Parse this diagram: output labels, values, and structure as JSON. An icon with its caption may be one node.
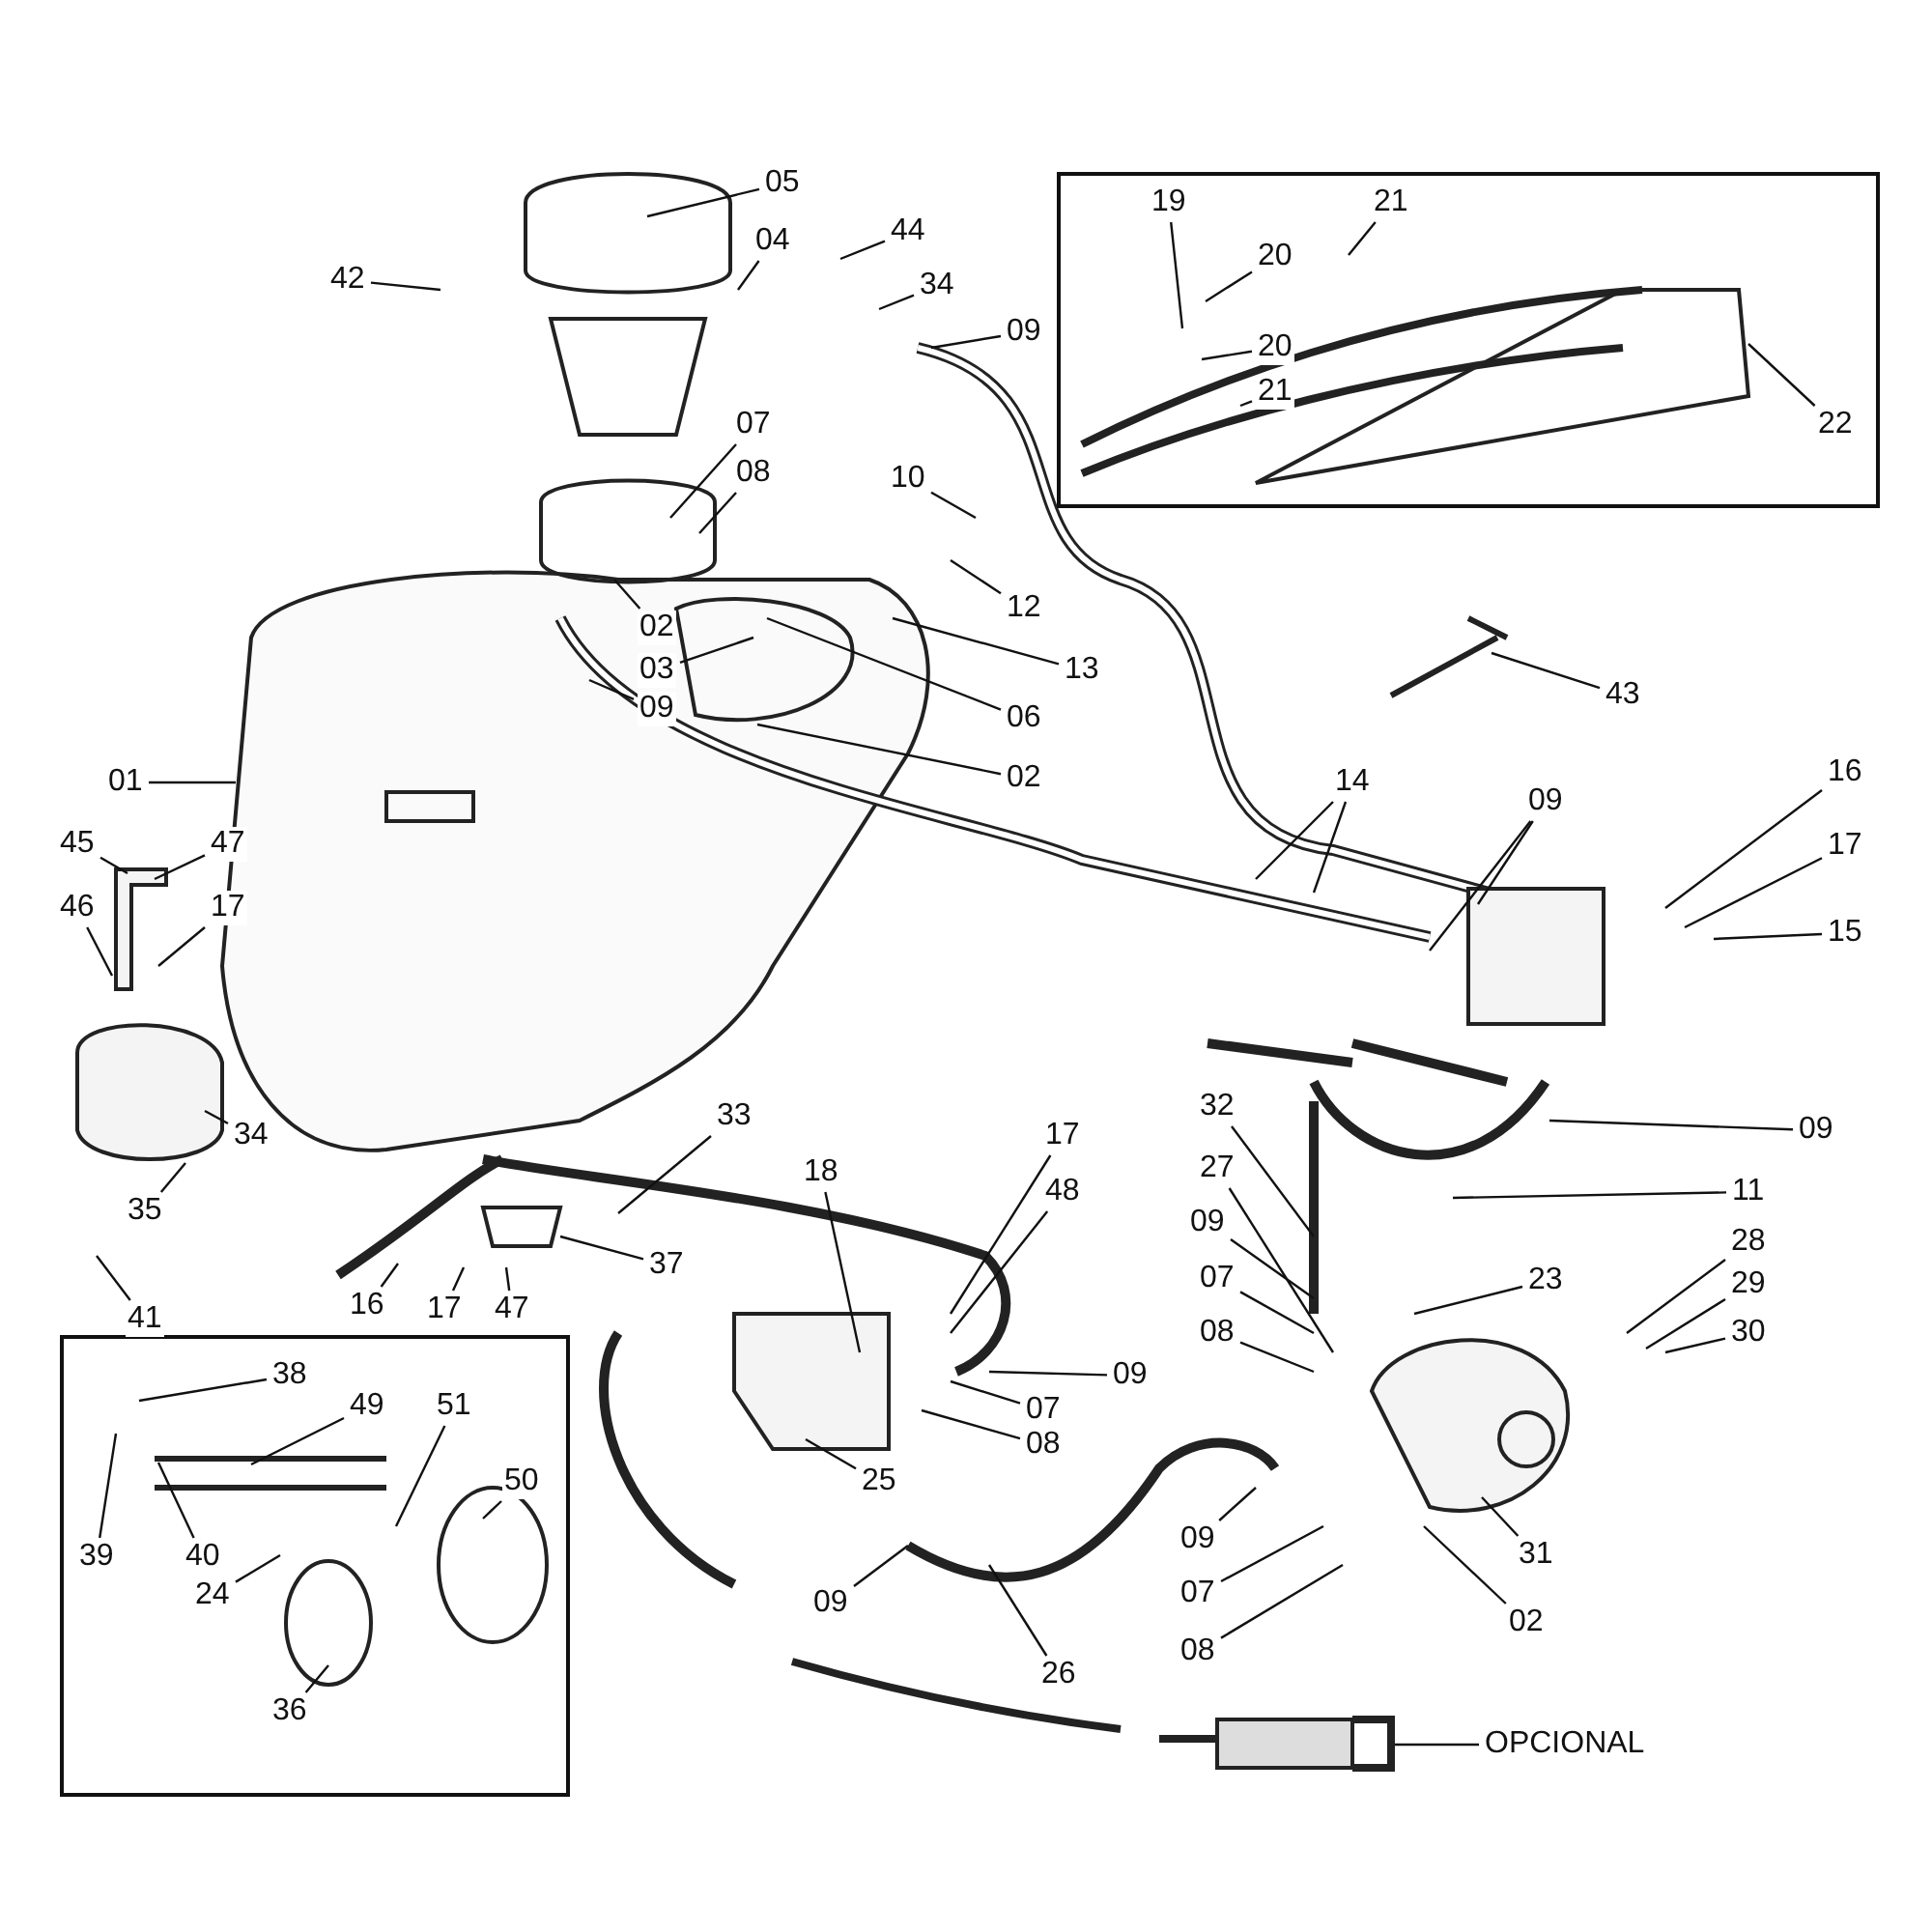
{
  "diagram": {
    "nodes": [
      {
        "text": [
          "05"
        ]
      },
      {
        "text": [
          "42"
        ]
      },
      {
        "text": [
          "04"
        ]
      },
      {
        "text": [
          "44"
        ]
      },
      {
        "text": [
          "34"
        ]
      },
      {
        "text": [
          "09"
        ]
      },
      {
        "text": [
          "19"
        ]
      },
      {
        "text": [
          "21"
        ]
      },
      {
        "text": [
          "20"
        ]
      },
      {
        "text": [
          "20"
        ]
      },
      {
        "text": [
          "21"
        ]
      },
      {
        "text": [
          "22"
        ]
      },
      {
        "text": [
          "07"
        ]
      },
      {
        "text": [
          "08"
        ]
      },
      {
        "text": [
          "10"
        ]
      },
      {
        "text": [
          "12"
        ]
      },
      {
        "text": [
          "02"
        ]
      },
      {
        "text": [
          "03"
        ]
      },
      {
        "text": [
          "09"
        ]
      },
      {
        "text": [
          "13"
        ]
      },
      {
        "text": [
          "06"
        ]
      },
      {
        "text": [
          "02"
        ]
      },
      {
        "text": [
          "43"
        ]
      },
      {
        "text": [
          "01"
        ]
      },
      {
        "text": [
          "14"
        ]
      },
      {
        "text": [
          "09"
        ]
      },
      {
        "text": [
          "16"
        ]
      },
      {
        "text": [
          "17"
        ]
      },
      {
        "text": [
          "15"
        ]
      },
      {
        "text": [
          "45"
        ]
      },
      {
        "text": [
          "47"
        ]
      },
      {
        "text": [
          "46"
        ]
      },
      {
        "text": [
          "17"
        ]
      },
      {
        "text": [
          "34"
        ]
      },
      {
        "text": [
          "35"
        ]
      },
      {
        "text": [
          "41"
        ]
      },
      {
        "text": [
          "33"
        ]
      },
      {
        "text": [
          "17"
        ]
      },
      {
        "text": [
          "48"
        ]
      },
      {
        "text": [
          "18"
        ]
      },
      {
        "text": [
          "32"
        ]
      },
      {
        "text": [
          "27"
        ]
      },
      {
        "text": [
          "23"
        ]
      },
      {
        "text": [
          "09"
        ]
      },
      {
        "text": [
          "07"
        ]
      },
      {
        "text": [
          "08"
        ]
      },
      {
        "text": [
          "09"
        ]
      },
      {
        "text": [
          "11"
        ]
      },
      {
        "text": [
          "28"
        ]
      },
      {
        "text": [
          "29"
        ]
      },
      {
        "text": [
          "30"
        ]
      },
      {
        "text": [
          "37"
        ]
      },
      {
        "text": [
          "16"
        ]
      },
      {
        "text": [
          "17"
        ]
      },
      {
        "text": [
          "47"
        ]
      },
      {
        "text": [
          "38"
        ]
      },
      {
        "text": [
          "49"
        ]
      },
      {
        "text": [
          "51"
        ]
      },
      {
        "text": [
          "50"
        ]
      },
      {
        "text": [
          "39"
        ]
      },
      {
        "text": [
          "40"
        ]
      },
      {
        "text": [
          "24"
        ]
      },
      {
        "text": [
          "36"
        ]
      },
      {
        "text": [
          "09"
        ]
      },
      {
        "text": [
          "07"
        ]
      },
      {
        "text": [
          "08"
        ]
      },
      {
        "text": [
          "25"
        ]
      },
      {
        "text": [
          "09"
        ]
      },
      {
        "text": [
          "07"
        ]
      },
      {
        "text": [
          "08"
        ]
      },
      {
        "text": [
          "02"
        ]
      },
      {
        "text": [
          "31"
        ]
      },
      {
        "text": [
          "09"
        ]
      },
      {
        "text": [
          "26"
        ]
      },
      {
        "text": [
          "OPCIONAL"
        ]
      }
    ],
    "edges": [
      {
        "from": 0,
        "to": null,
        "arrow": "none"
      },
      {
        "from": 1,
        "to": null,
        "arrow": "none"
      },
      {
        "from": 2,
        "to": null,
        "arrow": "none"
      },
      {
        "from": 3,
        "to": null,
        "arrow": "none"
      },
      {
        "from": 4,
        "to": null,
        "arrow": "none"
      },
      {
        "from": 5,
        "to": null,
        "arrow": "none"
      },
      {
        "from": 6,
        "to": null,
        "arrow": "none"
      },
      {
        "from": 7,
        "to": null,
        "arrow": "none"
      },
      {
        "from": 8,
        "to": null,
        "arrow": "none"
      },
      {
        "from": 9,
        "to": null,
        "arrow": "none"
      },
      {
        "from": 10,
        "to": null,
        "arrow": "none"
      },
      {
        "from": 11,
        "to": null,
        "arrow": "none"
      },
      {
        "from": 12,
        "to": null,
        "arrow": "none"
      },
      {
        "from": 13,
        "to": null,
        "arrow": "none"
      },
      {
        "from": 14,
        "to": null,
        "arrow": "none"
      },
      {
        "from": 15,
        "to": null,
        "arrow": "none"
      },
      {
        "from": 16,
        "to": null,
        "arrow": "none"
      },
      {
        "from": 17,
        "to": null,
        "arrow": "none"
      },
      {
        "from": 18,
        "to": null,
        "arrow": "none"
      },
      {
        "from": 19,
        "to": null,
        "arrow": "none"
      },
      {
        "from": 20,
        "to": null,
        "arrow": "none"
      },
      {
        "from": 21,
        "to": null,
        "arrow": "none"
      },
      {
        "from": 22,
        "to": null,
        "arrow": "none"
      },
      {
        "from": 23,
        "to": null,
        "arrow": "none"
      },
      {
        "from": 24,
        "to": null,
        "arrow": "none"
      },
      {
        "from": 24,
        "to": null,
        "arrow": "none"
      },
      {
        "from": 25,
        "to": null,
        "arrow": "none"
      },
      {
        "from": 25,
        "to": null,
        "arrow": "none"
      },
      {
        "from": 26,
        "to": null,
        "arrow": "none"
      },
      {
        "from": 27,
        "to": null,
        "arrow": "none"
      },
      {
        "from": 28,
        "to": null,
        "arrow": "none"
      },
      {
        "from": 29,
        "to": null,
        "arrow": "none"
      },
      {
        "from": 30,
        "to": null,
        "arrow": "none"
      },
      {
        "from": 31,
        "to": null,
        "arrow": "none"
      },
      {
        "from": 32,
        "to": null,
        "arrow": "none"
      },
      {
        "from": 33,
        "to": null,
        "arrow": "none"
      },
      {
        "from": 34,
        "to": null,
        "arrow": "none"
      },
      {
        "from": 35,
        "to": null,
        "arrow": "none"
      },
      {
        "from": 36,
        "to": null,
        "arrow": "none"
      },
      {
        "from": 37,
        "to": null,
        "arrow": "none"
      },
      {
        "from": 38,
        "to": null,
        "arrow": "none"
      },
      {
        "from": 39,
        "to": null,
        "arrow": "none"
      },
      {
        "from": 40,
        "to": null,
        "arrow": "none"
      },
      {
        "from": 41,
        "to": null,
        "arrow": "none"
      },
      {
        "from": 42,
        "to": null,
        "arrow": "none"
      },
      {
        "from": 43,
        "to": null,
        "arrow": "none"
      },
      {
        "from": 44,
        "to": null,
        "arrow": "none"
      },
      {
        "from": 45,
        "to": null,
        "arrow": "none"
      },
      {
        "from": 46,
        "to": null,
        "arrow": "none"
      },
      {
        "from": 47,
        "to": null,
        "arrow": "none"
      },
      {
        "from": 48,
        "to": null,
        "arrow": "none"
      },
      {
        "from": 49,
        "to": null,
        "arrow": "none"
      },
      {
        "from": 50,
        "to": null,
        "arrow": "none"
      },
      {
        "from": 51,
        "to": null,
        "arrow": "none"
      },
      {
        "from": 52,
        "to": null,
        "arrow": "none"
      },
      {
        "from": 53,
        "to": null,
        "arrow": "none"
      },
      {
        "from": 54,
        "to": null,
        "arrow": "none"
      },
      {
        "from": 55,
        "to": null,
        "arrow": "none"
      },
      {
        "from": 56,
        "to": null,
        "arrow": "none"
      },
      {
        "from": 57,
        "to": null,
        "arrow": "none"
      },
      {
        "from": 58,
        "to": null,
        "arrow": "none"
      },
      {
        "from": 59,
        "to": null,
        "arrow": "none"
      },
      {
        "from": 60,
        "to": null,
        "arrow": "none"
      },
      {
        "from": 61,
        "to": null,
        "arrow": "none"
      },
      {
        "from": 62,
        "to": null,
        "arrow": "none"
      },
      {
        "from": 63,
        "to": null,
        "arrow": "none"
      },
      {
        "from": 64,
        "to": null,
        "arrow": "none"
      },
      {
        "from": 65,
        "to": null,
        "arrow": "none"
      },
      {
        "from": 66,
        "to": null,
        "arrow": "none"
      },
      {
        "from": 67,
        "to": null,
        "arrow": "none"
      },
      {
        "from": 68,
        "to": null,
        "arrow": "none"
      },
      {
        "from": 69,
        "to": null,
        "arrow": "none"
      },
      {
        "from": 70,
        "to": null,
        "arrow": "none"
      },
      {
        "from": 71,
        "to": null,
        "arrow": "none"
      },
      {
        "from": 72,
        "to": null,
        "arrow": "none"
      },
      {
        "from": 73,
        "to": null,
        "arrow": "none"
      },
      {
        "from": 74,
        "to": null,
        "arrow": "none"
      }
    ]
  }
}
